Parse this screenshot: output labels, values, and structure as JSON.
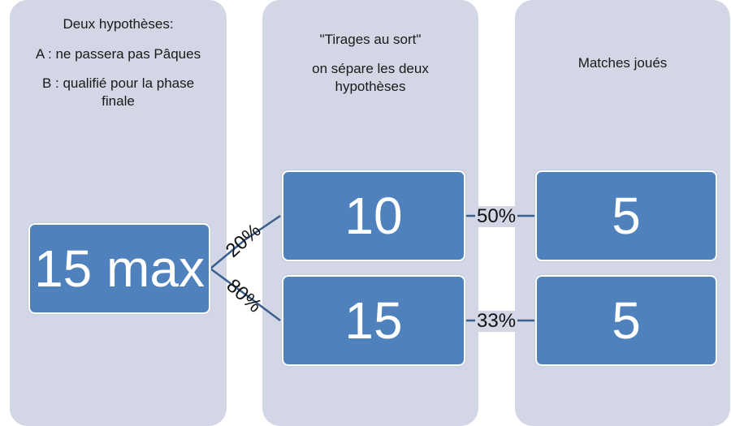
{
  "columns": {
    "hypotheses": {
      "title": "Deux hypothèses:",
      "line_a": "A : ne passera pas Pâques",
      "line_b": "B : qualifié pour la phase finale"
    },
    "draws": {
      "title": "\"Tirages au sort\"",
      "subtitle": "on sépare les deux hypothèses"
    },
    "matches": {
      "title": "Matches joués"
    }
  },
  "boxes": {
    "root": "15 max",
    "draw_a": "10",
    "draw_b": "15",
    "match_a": "5",
    "match_b": "5"
  },
  "edges": {
    "root_to_a": "20%",
    "root_to_b": "80%",
    "a_to_match": "50%",
    "b_to_match": "33%"
  },
  "colors": {
    "column_bg": "#d2d6e5",
    "box_fill": "#4f81bd",
    "connector": "#3a5f8f"
  }
}
